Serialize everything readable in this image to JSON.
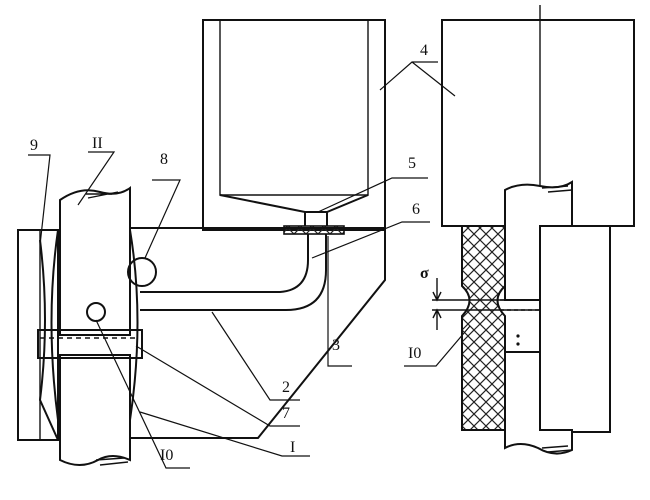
{
  "labels": {
    "l1": "I",
    "l2": "2",
    "l3": "3",
    "l4": "4",
    "l5": "5",
    "l6": "6",
    "l7": "7",
    "l8": "8",
    "l9": "9",
    "l10_left": "I0",
    "l10_right": "I0",
    "l11": "II",
    "sigma": "σ"
  },
  "colors": {
    "line": "#111111",
    "hatch": "#222222",
    "background": "#ffffff"
  }
}
